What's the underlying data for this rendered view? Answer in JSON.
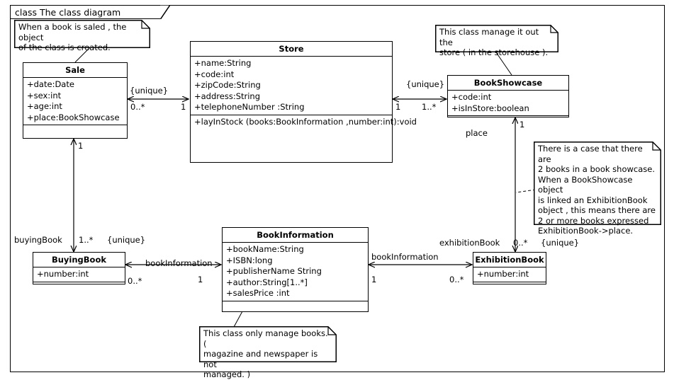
{
  "frame": {
    "title": "class The class diagram"
  },
  "classes": [
    {
      "id": "sale",
      "name": "Sale",
      "attributes": [
        "+date:Date",
        "+sex:int",
        "+age:int",
        "+place:BookShowcase"
      ],
      "operations": []
    },
    {
      "id": "store",
      "name": "Store",
      "attributes": [
        "+name:String",
        "+code:int",
        "+zipCode:String",
        "+address:String",
        "+telephoneNumber :String"
      ],
      "operations": [
        "+layInStock (books:BookInformation ,number:int):void"
      ]
    },
    {
      "id": "bookshowcase",
      "name": "BookShowcase",
      "attributes": [
        "+code:int",
        "+isInStore:boolean"
      ],
      "operations": []
    },
    {
      "id": "buyingbook",
      "name": "BuyingBook",
      "attributes": [
        "+number:int"
      ],
      "operations": []
    },
    {
      "id": "bookinformation",
      "name": "BookInformation",
      "attributes": [
        "+bookName:String",
        "+ISBN:long",
        "+publisherName String",
        "+author:String[1..*]",
        "+salesPrice :int"
      ],
      "operations": []
    },
    {
      "id": "exhibitionbook",
      "name": "ExhibitionBook",
      "attributes": [
        "+number:int"
      ],
      "operations": []
    }
  ],
  "notes": [
    {
      "id": "note-sale",
      "text": "When a book is saled , the object\nof the class is created."
    },
    {
      "id": "note-bookshowcase",
      "text": "This class manage it out the\nstore ( in the storehouse )."
    },
    {
      "id": "note-exhibition",
      "text": "There is a case that there are\n2 books in a book showcase.\nWhen a BookShowcase object\nis linked an ExhibitionBook\nobject , this means there are\n2 or more books expressed\nExhibitionBook->place."
    },
    {
      "id": "note-bookinformation",
      "text": "This class only manage books. (\nmagazine and newspaper is not\nmanaged. )"
    }
  ],
  "associations": {
    "sale_store": {
      "constraint": "{unique}",
      "source_mult": "0..*",
      "target_mult": "1"
    },
    "store_bookshowcase": {
      "constraint": "{unique}",
      "source_mult": "1",
      "target_mult": "1..*"
    },
    "sale_buyingbook": {
      "role": "buyingBook",
      "constraint": "{unique}",
      "source_mult": "1",
      "target_mult": "1..*"
    },
    "bookshowcase_exhibitionbook": {
      "role": "place",
      "role2": "exhibitionBook",
      "constraint": "{unique}",
      "source_mult": "1",
      "target_mult": "0..*"
    },
    "buyingbook_bookinformation": {
      "role": "bookInformation",
      "source_mult": "0..*",
      "target_mult": "1"
    },
    "bookinformation_exhibitionbook": {
      "role": "bookInformation",
      "source_mult": "1",
      "target_mult": "0..*"
    }
  },
  "colors": {
    "line": "#000000",
    "background": "#ffffff"
  }
}
